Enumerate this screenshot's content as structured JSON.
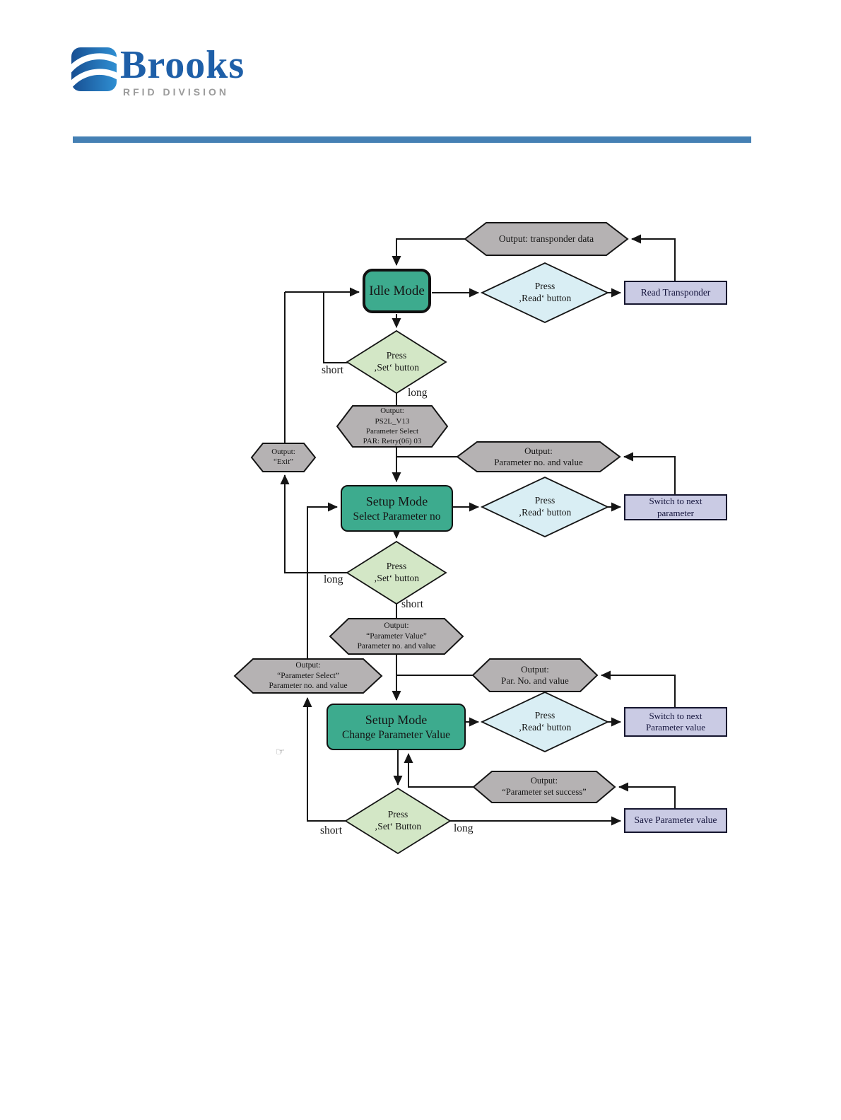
{
  "header": {
    "brand": "Brooks",
    "division": "RFID DIVISION"
  },
  "colors": {
    "brand_blue": "#1e5fa8",
    "division_gray": "#9b9b9b",
    "rule_blue": "#4580b4",
    "state_green": "#3dab8e",
    "decision_blue": "#d9eef4",
    "decision_green": "#d3e7c6",
    "output_gray": "#b5b2b3",
    "action_lavender": "#cacbe4",
    "line_black": "#151515"
  },
  "nodes": {
    "idle": {
      "title": "Idle Mode"
    },
    "setup_select": {
      "line1": "Setup Mode",
      "line2": "Select Parameter no"
    },
    "setup_change": {
      "line1": "Setup Mode",
      "line2": "Change Parameter Value"
    },
    "read_transponder": {
      "label": "Read Transponder"
    },
    "switch_next_parameter": {
      "line1": "Switch to next",
      "line2": "parameter"
    },
    "switch_next_parameter_value": {
      "line1": "Switch to next",
      "line2": "Parameter value"
    },
    "save_parameter_value": {
      "label": "Save Parameter value"
    }
  },
  "decisions": {
    "read1": {
      "line1": "Press",
      "line2": "‚Read‘ button"
    },
    "set1": {
      "line1": "Press",
      "line2": "‚Set‘ button"
    },
    "read2": {
      "line1": "Press",
      "line2": "‚Read‘ button"
    },
    "set2": {
      "line1": "Press",
      "line2": "‚Set‘ button"
    },
    "read3": {
      "line1": "Press",
      "line2": "‚Read‘ button"
    },
    "set3": {
      "line1": "Press",
      "line2": "‚Set‘ Button"
    }
  },
  "outputs": {
    "transponder": {
      "line1": "Output: transponder data"
    },
    "ps2l": {
      "line1": "Output:",
      "line2": "PS2L_V13",
      "line3": "Parameter Select",
      "line4": "PAR: Retry(06) 03"
    },
    "exit": {
      "line1": "Output:",
      "line2": "“Exit”"
    },
    "parameter_no_value": {
      "line1": "Output:",
      "line2": "Parameter no. and value"
    },
    "parameter_value": {
      "line1": "Output:",
      "line2": "“Parameter Value”",
      "line3": "Parameter no. and value"
    },
    "parameter_select": {
      "line1": "Output:",
      "line2": "“Parameter Select”",
      "line3": "Parameter  no. and value"
    },
    "par_no_value": {
      "line1": "Output:",
      "line2": "Par. No. and value"
    },
    "parameter_set_success": {
      "line1": "Output:",
      "line2": "“Parameter set success”"
    }
  },
  "edge_labels": {
    "short1": "short",
    "long1": "long",
    "long2": "long",
    "short2": "short",
    "short3": "short",
    "long3": "long"
  },
  "misc": {
    "hand": "☞"
  }
}
